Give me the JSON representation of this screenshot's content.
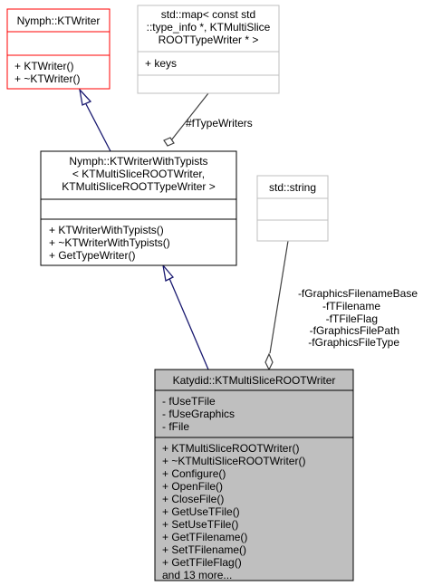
{
  "nodes": {
    "ktwriter": {
      "title": "Nymph::KTWriter",
      "attributes": [],
      "methods": [
        "+ KTWriter()",
        "+ ~KTWriter()"
      ],
      "border_color": "#ff0000"
    },
    "stdmap": {
      "title_lines": [
        "std::map< const std",
        "::type_info *, KTMultiSlice",
        "ROOTTypeWriter * >"
      ],
      "attributes": [
        "+ keys"
      ],
      "methods": [],
      "border_color": "#bfbfbf"
    },
    "typists": {
      "title_lines": [
        "Nymph::KTWriterWithTypists",
        "< KTMultiSliceROOTWriter,",
        " KTMultiSliceROOTTypeWriter >"
      ],
      "attributes": [],
      "methods": [
        "+ KTWriterWithTypists()",
        "+ ~KTWriterWithTypists()",
        "+ GetTypeWriter()"
      ],
      "border_color": "#000000"
    },
    "stdstring": {
      "title": "std::string",
      "attributes": [],
      "methods": [],
      "border_color": "#bfbfbf"
    },
    "main": {
      "title": "Katydid::KTMultiSliceROOTWriter",
      "attributes": [
        "- fUseTFile",
        "- fUseGraphics",
        "- fFile"
      ],
      "methods": [
        "+ KTMultiSliceROOTWriter()",
        "+ ~KTMultiSliceROOTWriter()",
        "+ Configure()",
        "+ OpenFile()",
        "+ CloseFile()",
        "+ GetUseTFile()",
        "+ SetUseTFile()",
        "+ GetTFilename()",
        "+ SetTFilename()",
        "+ GetTFileFlag()",
        "and 13 more..."
      ],
      "fill_color": "#bfbfbf",
      "border_color": "#000000"
    }
  },
  "edges": {
    "type_writers_label": "#fTypeWriters",
    "string_labels": [
      "-fGraphicsFilenameBase",
      "-fTFilename",
      "-fTFileFlag",
      "-fGraphicsFilePath",
      "-fGraphicsFileType"
    ],
    "inheritance_color": "#191970",
    "usage_color": "#404040"
  }
}
